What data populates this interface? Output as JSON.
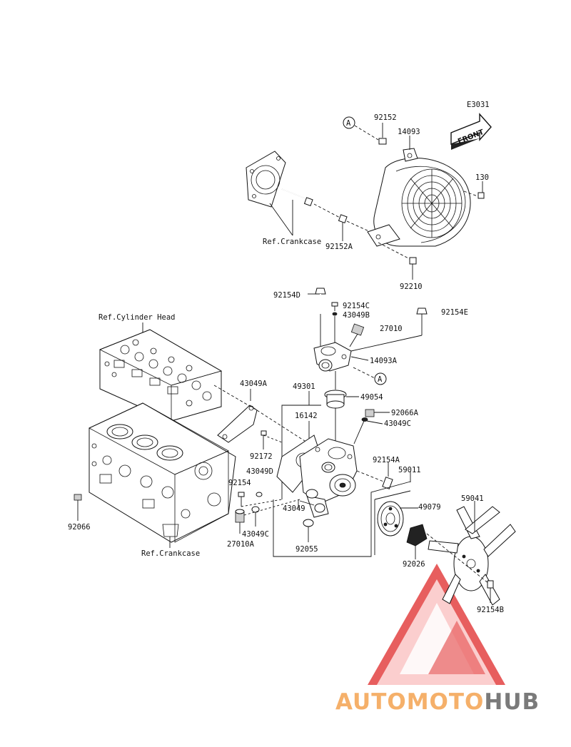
{
  "diagram_code": "E3031",
  "front_arrow_label": "FRONT",
  "callout_marker": "A",
  "references": {
    "crankcase_top": "Ref.Crankcase",
    "cylinder_head": "Ref.Cylinder Head",
    "crankcase_bottom": "Ref.Crankcase"
  },
  "part_labels": {
    "p92152": "92152",
    "p14093": "14093",
    "p130": "130",
    "p92152A": "92152A",
    "p92210": "92210",
    "p92154D": "92154D",
    "p92154C": "92154C",
    "p43049B": "43049B",
    "p92154E": "92154E",
    "p27010": "27010",
    "p14093A": "14093A",
    "p43049A": "43049A",
    "p49301": "49301",
    "p49054": "49054",
    "p16142": "16142",
    "p92066A": "92066A",
    "p43049C_top": "43049C",
    "p92172": "92172",
    "p92154A": "92154A",
    "p43049D": "43049D",
    "p59011": "59011",
    "p92154": "92154",
    "p59041": "59041",
    "p92066": "92066",
    "p43049": "43049",
    "p49079": "49079",
    "p43049C_bot": "43049C",
    "p27010A": "27010A",
    "p92055": "92055",
    "p92026": "92026",
    "p92154B": "92154B"
  },
  "watermark": {
    "part1": "AUTOMOTO",
    "part2": "HUB",
    "color1": "#f5b06a",
    "color2": "#7a7a7a",
    "logo_color": "#e23b3b"
  }
}
